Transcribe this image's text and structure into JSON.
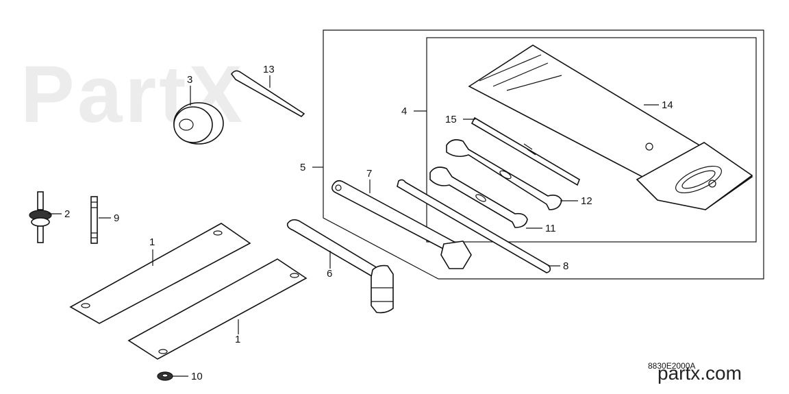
{
  "diagram": {
    "watermark": "PartX",
    "drawing_code": "8830E2000A",
    "brand": "partx.com",
    "callouts": {
      "c1a": "1",
      "c1b": "1",
      "c2": "2",
      "c3": "3",
      "c4": "4",
      "c5": "5",
      "c6": "6",
      "c7": "7",
      "c8": "8",
      "c9": "9",
      "c10": "10",
      "c11": "11",
      "c12": "12",
      "c13": "13",
      "c14": "14",
      "c15": "15"
    }
  }
}
